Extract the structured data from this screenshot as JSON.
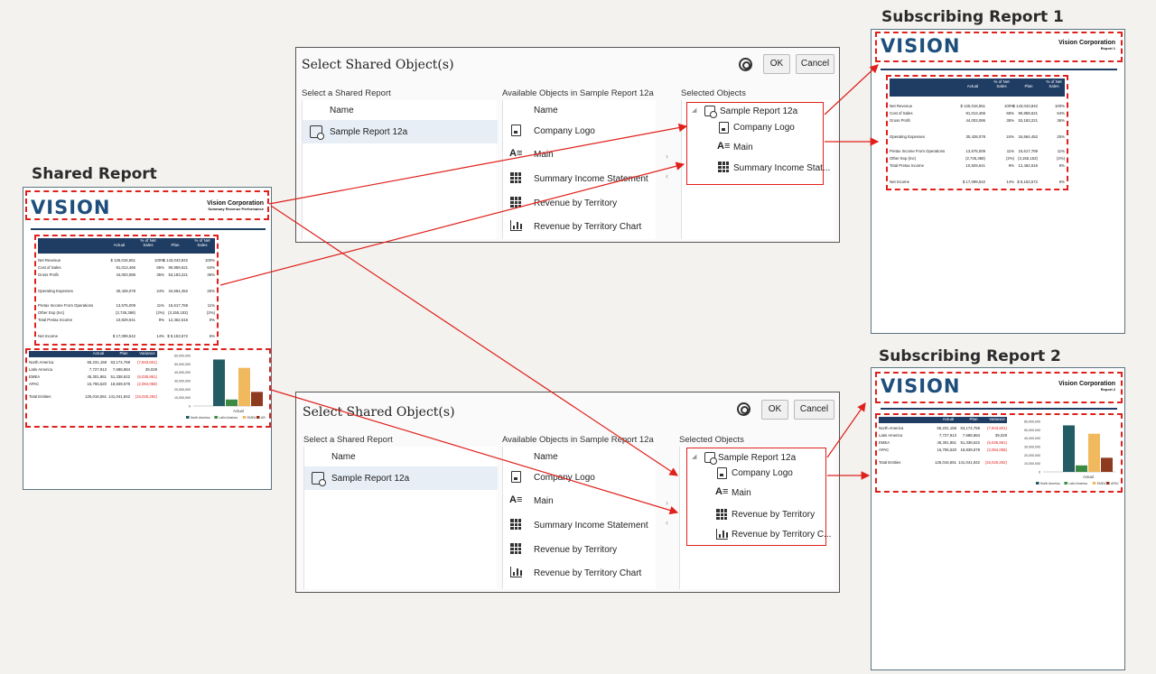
{
  "headings": {
    "shared": "Shared Report",
    "sub1": "Subscribing Report 1",
    "sub2": "Subscribing Report 2"
  },
  "shared_report": {
    "logo": "VISION",
    "company": "Vision Corporation",
    "subtitle": "Summary Revenue Performance"
  },
  "sub1_report": {
    "logo": "VISION",
    "company": "Vision Corporation",
    "subtitle": "Report 1"
  },
  "sub2_report": {
    "logo": "VISION",
    "company": "Vision Corporation",
    "subtitle": "Report 2"
  },
  "income_statement": {
    "headers": [
      "Actual",
      "% of Net Sales",
      "Plan",
      "% of Net Sales"
    ],
    "rows": [
      {
        "label": "Net Revenue",
        "actual": "$ 125,016,551",
        "pct": "100%",
        "plan": "$ 143,043,842",
        "pct2": "100%"
      },
      {
        "label": "Cost of Sales",
        "actual": "81,013,465",
        "pct": "65%",
        "plan": "90,859,621",
        "pct2": "64%"
      },
      {
        "label": "Gross Profit",
        "actual": "44,003,086",
        "pct": "35%",
        "plan": "53,183,221",
        "pct2": "36%"
      },
      {
        "label": "Operating Expenses",
        "actual": "30,428,078",
        "pct": "24%",
        "plan": "34,664,452",
        "pct2": "25%"
      },
      {
        "label": "Pretax Income From Operations",
        "actual": "13,575,009",
        "pct": "11%",
        "plan": "15,617,769",
        "pct2": "11%"
      },
      {
        "label": "Other Exp (Inc)",
        "actual": "(2,745,368)",
        "pct": "(2%)",
        "plan": "(3,155,153)",
        "pct2": "(2%)"
      },
      {
        "label": "Total Pretax Income",
        "actual": "10,829,641",
        "pct": "9%",
        "plan": "12,462,616",
        "pct2": "9%"
      },
      {
        "label": "Net Income",
        "actual": "$ 17,099,542",
        "pct": "14%",
        "plan": "$ 8,153,572",
        "pct2": "6%"
      }
    ]
  },
  "territory_table": {
    "headers": [
      "Actual",
      "Plan",
      "Variance"
    ],
    "rows": [
      {
        "label": "North America",
        "actual": "55,231,158",
        "plan": "63,174,759",
        "var": "(7,943,601)",
        "neg": true
      },
      {
        "label": "Latin America",
        "actual": "7,727,913",
        "plan": "7,688,884",
        "var": "39,029",
        "neg": false
      },
      {
        "label": "EMEA",
        "actual": "45,301,861",
        "plan": "51,338,622",
        "var": "(6,036,861)",
        "neg": true
      },
      {
        "label": "APAC",
        "actual": "16,755,520",
        "plan": "18,839,578",
        "var": "(2,084,058)",
        "neg": true
      },
      {
        "label": "Total Entities",
        "actual": "125,016,551",
        "plan": "141,041,842",
        "var": "(16,025,292)",
        "neg": true
      }
    ]
  },
  "chart_data": {
    "type": "bar",
    "categories": [
      "Actual"
    ],
    "series": [
      {
        "name": "North America",
        "values": [
          55231158
        ],
        "color": "#245c63"
      },
      {
        "name": "Latin America",
        "values": [
          7727913
        ],
        "color": "#3c8a44"
      },
      {
        "name": "EMEA",
        "values": [
          45301861
        ],
        "color": "#f0b95e"
      },
      {
        "name": "APAC",
        "values": [
          16755520
        ],
        "color": "#8e3a1e"
      }
    ],
    "yticks": [
      "60,000,000",
      "50,000,000",
      "40,000,000",
      "30,000,000",
      "20,000,000",
      "10,000,000",
      "0"
    ],
    "ylim": [
      0,
      60000000
    ],
    "xlabel": "Actual",
    "legend": "bottom"
  },
  "dialog": {
    "title": "Select Shared Object(s)",
    "ok": "OK",
    "cancel": "Cancel",
    "shared_report_label": "Select a Shared Report",
    "available_label": "Available Objects in Sample Report 12a",
    "selected_label": "Selected Objects",
    "name_header": "Name",
    "report_name": "Sample Report 12a",
    "objects": [
      "Company Logo",
      "Main",
      "Summary Income Statement",
      "Revenue by Territory",
      "Revenue by Territory Chart"
    ],
    "selected_1": [
      "Company Logo",
      "Main",
      "Summary Income Stat..."
    ],
    "selected_2": [
      "Company Logo",
      "Main",
      "Revenue by Territory",
      "Revenue by Territory C..."
    ]
  }
}
